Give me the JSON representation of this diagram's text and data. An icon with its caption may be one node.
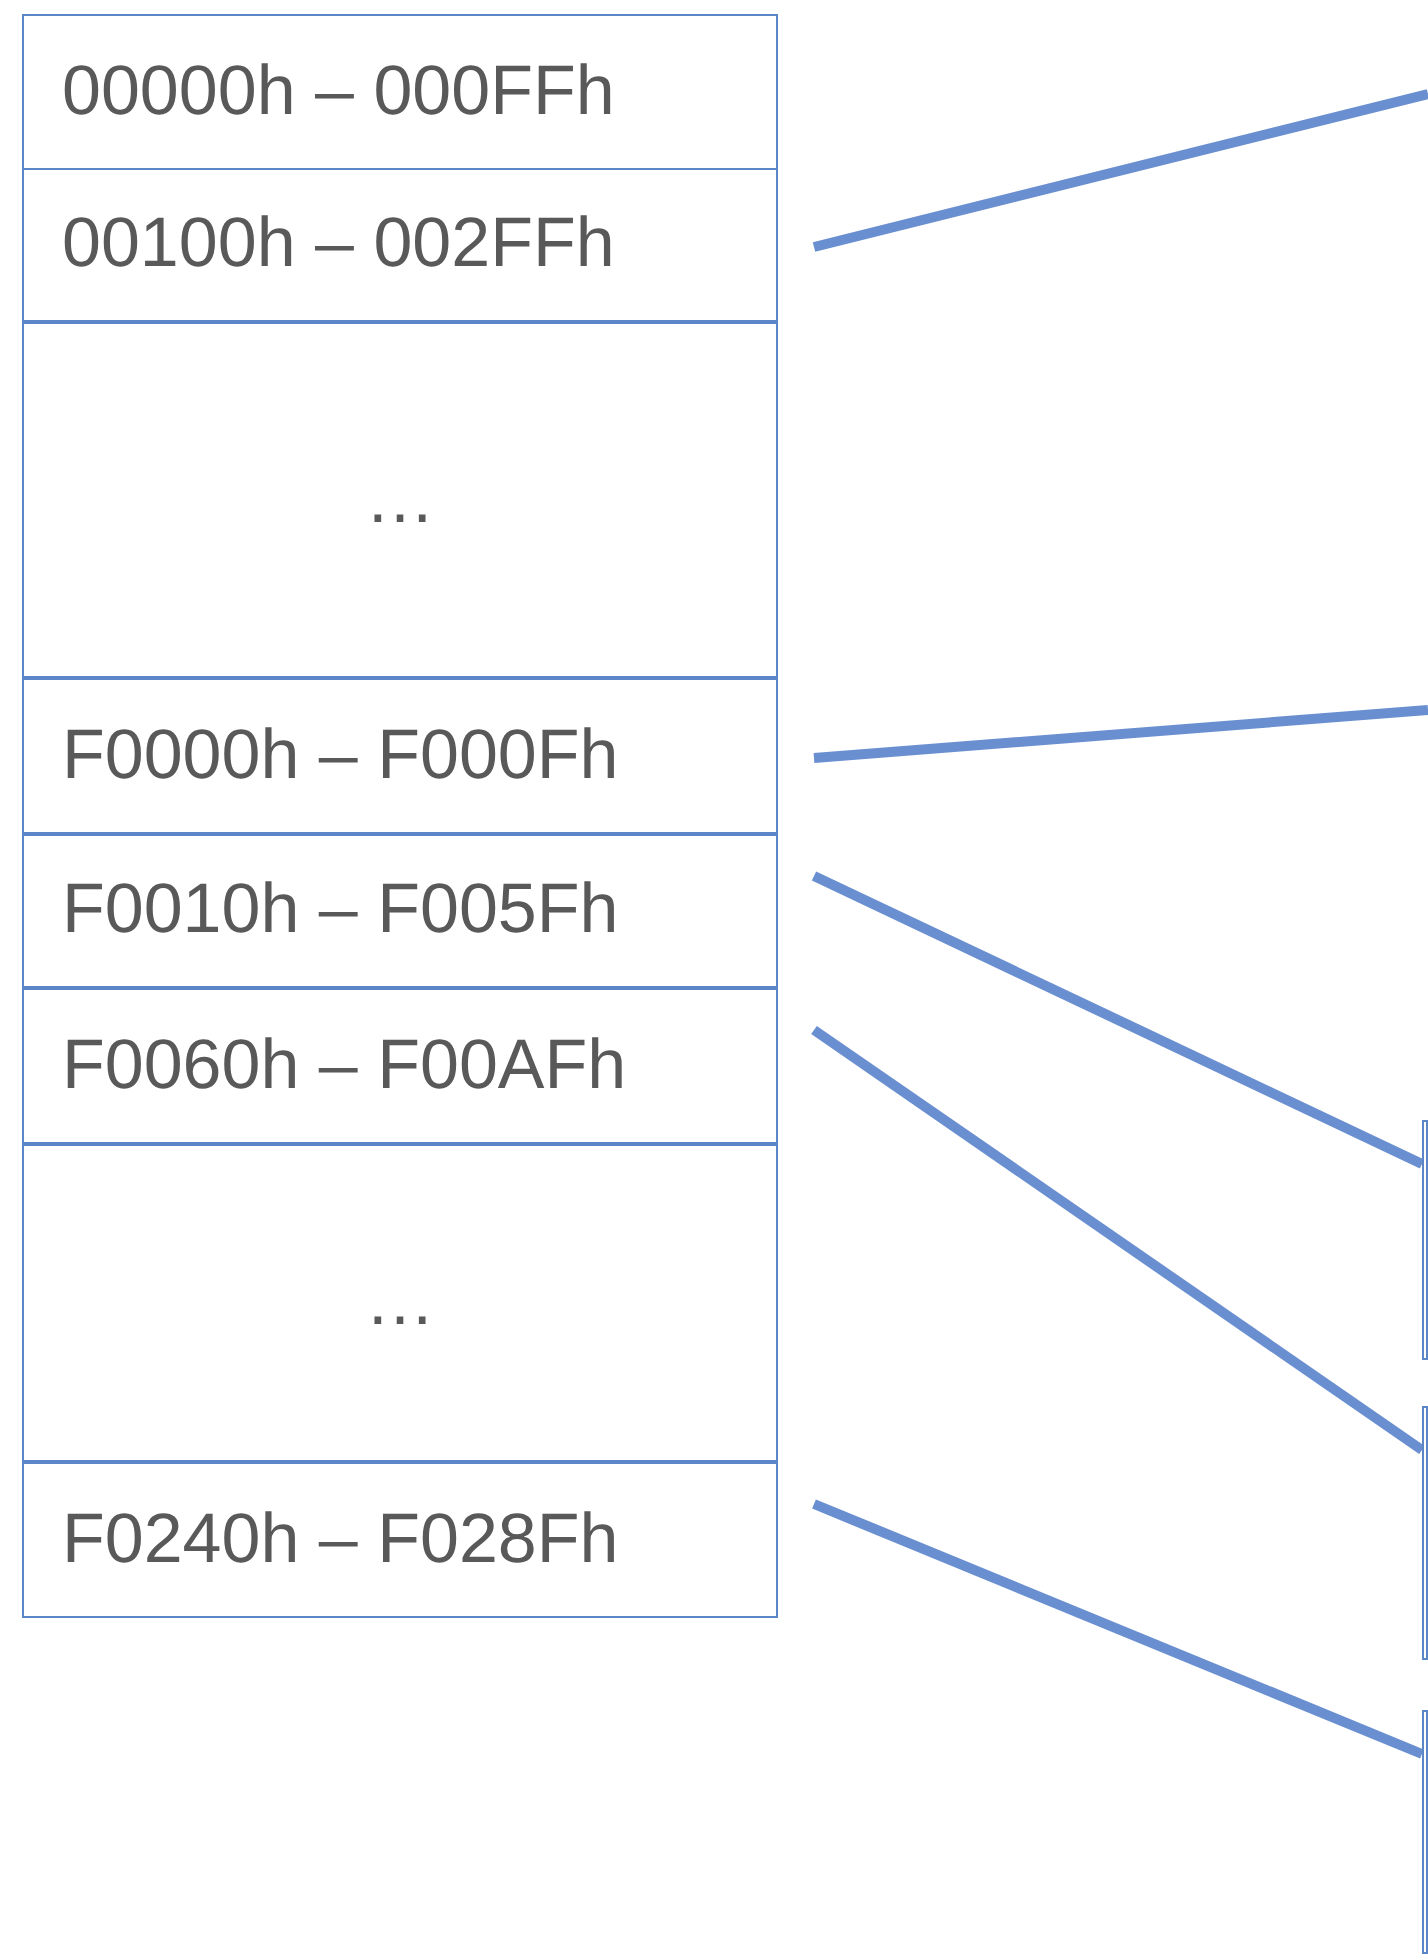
{
  "diagram": {
    "nodes": [
      {
        "text": [
          "00000h – 000FFh"
        ]
      },
      {
        "text": [
          "00100h – 002FFh"
        ]
      },
      {
        "text": [
          "…"
        ]
      },
      {
        "text": [
          "F0000h – F000Fh"
        ]
      },
      {
        "text": [
          "F0010h – F005Fh"
        ]
      },
      {
        "text": [
          "F0060h – F00AFh"
        ]
      },
      {
        "text": [
          "…"
        ]
      },
      {
        "text": [
          "F0240h – F028Fh"
        ]
      },
      {
        "text": [],
        "shape": "box"
      },
      {
        "text": [],
        "shape": "box"
      },
      {
        "text": [],
        "shape": "box"
      }
    ],
    "edges": [
      {
        "from": 1,
        "to": null,
        "arrow": "none"
      },
      {
        "from": 3,
        "to": null,
        "arrow": "none"
      },
      {
        "from": 4,
        "to": 8,
        "arrow": "none"
      },
      {
        "from": 5,
        "to": 9,
        "arrow": "none"
      },
      {
        "from": 7,
        "to": 10,
        "arrow": "none"
      }
    ]
  }
}
